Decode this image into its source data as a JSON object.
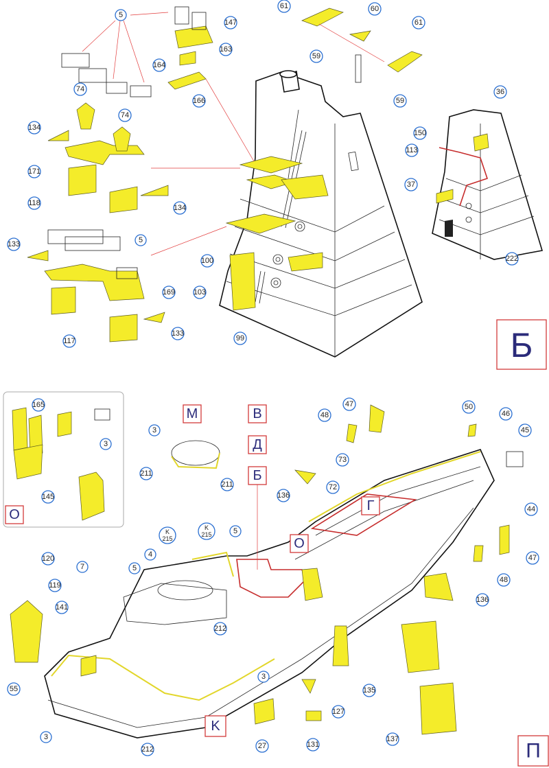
{
  "sections": {
    "B": "Б",
    "P": "П",
    "O": "O",
    "M": "M",
    "V": "B",
    "D": "Д",
    "B2": "Б",
    "G": "Г",
    "K": "K",
    "O2": "O"
  },
  "callouts": {
    "c5a": "5",
    "c147": "147",
    "c163": "163",
    "c164": "164",
    "c166": "166",
    "c74a": "74",
    "c74b": "74",
    "c134a": "134",
    "c171": "171",
    "c118": "118",
    "c134b": "134",
    "c5b": "5",
    "c133a": "133",
    "c100": "100",
    "c103": "103",
    "c99": "99",
    "c169": "169",
    "c117": "117",
    "c133b": "133",
    "c61a": "61",
    "c60": "60",
    "c61b": "61",
    "c59a": "59",
    "c59b": "59",
    "c36": "36",
    "c150": "150",
    "c113": "113",
    "c37": "37",
    "c222": "222",
    "c165": "165",
    "c3i": "3",
    "c145": "145",
    "c3m": "3",
    "c211a": "211",
    "c211b": "211",
    "c215a": "K\n215",
    "c215b": "K\n215",
    "c5c": "5",
    "c4": "4",
    "c5d": "5",
    "c7": "7",
    "c120": "120",
    "c119": "119",
    "c141": "141",
    "c55": "55",
    "c3a": "3",
    "c3b": "3",
    "c212a": "212",
    "c212b": "212",
    "c47a": "47",
    "c48a": "48",
    "c50": "50",
    "c46": "46",
    "c45": "45",
    "c44": "44",
    "c73": "73",
    "c72": "72",
    "c136a": "136",
    "c47b": "47",
    "c48b": "48",
    "c136b": "136",
    "c135": "135",
    "c127": "127",
    "c131": "131",
    "c27": "27",
    "c137": "137"
  }
}
